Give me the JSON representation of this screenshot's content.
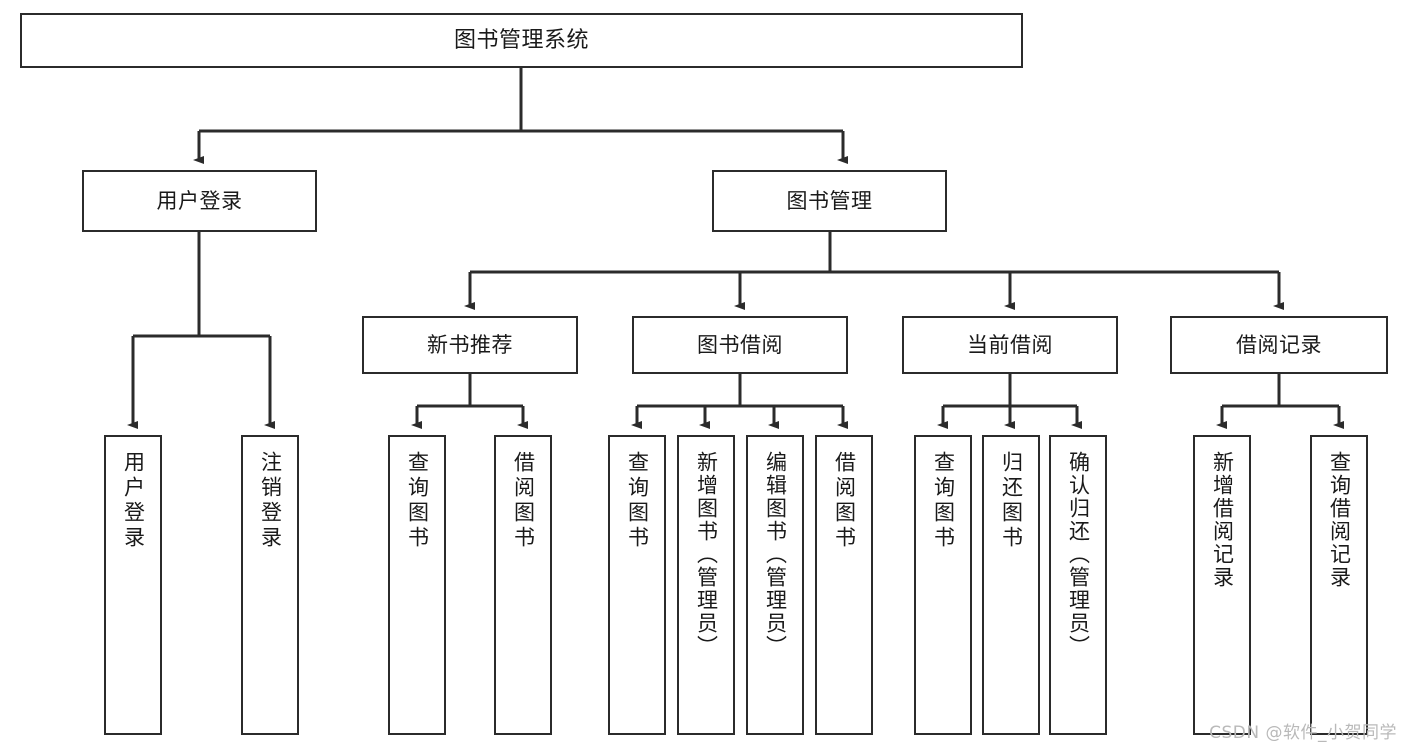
{
  "diagram": {
    "title": "图书管理系统",
    "type": "tree-hierarchy",
    "root": {
      "id": "root",
      "label": "图书管理系统"
    },
    "level1": [
      {
        "id": "user-login",
        "label": "用户登录"
      },
      {
        "id": "book-manage",
        "label": "图书管理"
      }
    ],
    "level2": [
      {
        "id": "new-book-recommend",
        "label": "新书推荐",
        "parent": "book-manage"
      },
      {
        "id": "book-borrow",
        "label": "图书借阅",
        "parent": "book-manage"
      },
      {
        "id": "current-borrow",
        "label": "当前借阅",
        "parent": "book-manage"
      },
      {
        "id": "borrow-record",
        "label": "借阅记录",
        "parent": "book-manage"
      }
    ],
    "leaves": [
      {
        "id": "leaf-user-login",
        "label": "用户登录",
        "parent": "user-login"
      },
      {
        "id": "leaf-logout-login",
        "label": "注销登录",
        "parent": "user-login"
      },
      {
        "id": "leaf-query-book-1",
        "label": "查询图书",
        "parent": "new-book-recommend"
      },
      {
        "id": "leaf-borrow-book-1",
        "label": "借阅图书",
        "parent": "new-book-recommend"
      },
      {
        "id": "leaf-query-book-2",
        "label": "查询图书",
        "parent": "book-borrow"
      },
      {
        "id": "leaf-add-book",
        "label": "新增图书（管理员）",
        "parent": "book-borrow"
      },
      {
        "id": "leaf-edit-book",
        "label": "编辑图书（管理员）",
        "parent": "book-borrow"
      },
      {
        "id": "leaf-borrow-book-2",
        "label": "借阅图书",
        "parent": "book-borrow"
      },
      {
        "id": "leaf-query-book-3",
        "label": "查询图书",
        "parent": "current-borrow"
      },
      {
        "id": "leaf-return-book",
        "label": "归还图书",
        "parent": "current-borrow"
      },
      {
        "id": "leaf-confirm-return",
        "label": "确认归还（管理员）",
        "parent": "current-borrow"
      },
      {
        "id": "leaf-add-record",
        "label": "新增借阅记录",
        "parent": "borrow-record"
      },
      {
        "id": "leaf-query-record",
        "label": "查询借阅记录",
        "parent": "borrow-record"
      }
    ],
    "colors": {
      "stroke": "#2b2b2b",
      "fill": "#ffffff",
      "text": "#1a1a1a",
      "watermark": "#b9b9b9"
    }
  },
  "watermark": {
    "text": "CSDN @软件_小贺同学"
  }
}
